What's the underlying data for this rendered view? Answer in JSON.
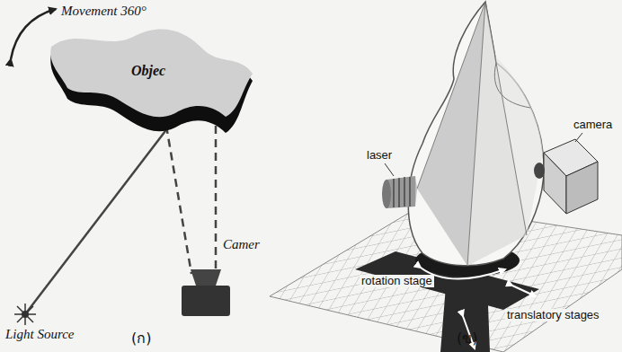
{
  "diagram": {
    "nodes": [
      {
        "text": [
          "Objec"
        ]
      }
    ],
    "labels": [
      "Movement 360°",
      "Light Source",
      "Camer",
      "(ก)",
      "laser",
      "camera",
      "rotation stage",
      "translatory stages",
      "(ข)"
    ]
  }
}
